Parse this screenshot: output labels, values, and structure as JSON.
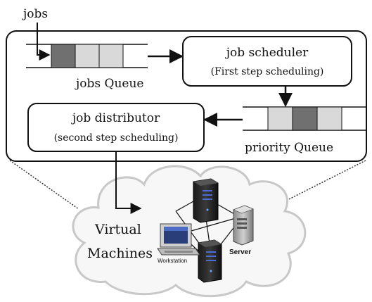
{
  "labels": {
    "jobs": "jobs",
    "jobs_queue": "jobs Queue",
    "job_scheduler": "job scheduler",
    "job_scheduler_sub": "(First step scheduling)",
    "job_distributor": "job distributor",
    "job_distributor_sub": "(second step scheduling)",
    "priority_queue": "priority Queue",
    "virtual": "Virtual",
    "machines": "Machines",
    "server": "Server",
    "workstation": "Workstation"
  },
  "icons": {
    "arrow": "arrow-icon",
    "server_tower": "server-tower-icon",
    "server": "server-icon",
    "workstation": "workstation-icon",
    "cloud": "cloud-icon"
  },
  "colors": {
    "slot_dark": "#707070",
    "slot_light": "#d9d9d9",
    "stroke": "#111111",
    "cloud_fill": "#f7f7f7",
    "cloud_stroke": "#c8c8c8"
  },
  "queues": {
    "jobs_queue": {
      "slots": [
        "dark",
        "light",
        "light"
      ]
    },
    "priority_queue": {
      "slots": [
        "light",
        "dark",
        "light"
      ]
    }
  }
}
